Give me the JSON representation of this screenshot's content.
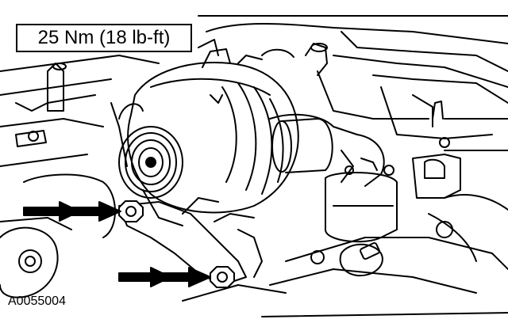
{
  "torque_spec": "25 Nm (18 lb-ft)",
  "figure_id": "A0055004",
  "colors": {
    "ink": "#000000",
    "paper": "#ffffff"
  },
  "callouts": [
    {
      "name": "upper-bolt-arrow",
      "points_to": "alternator-upper-bolt"
    },
    {
      "name": "lower-bolt-arrow",
      "points_to": "alternator-lower-bolt"
    }
  ]
}
